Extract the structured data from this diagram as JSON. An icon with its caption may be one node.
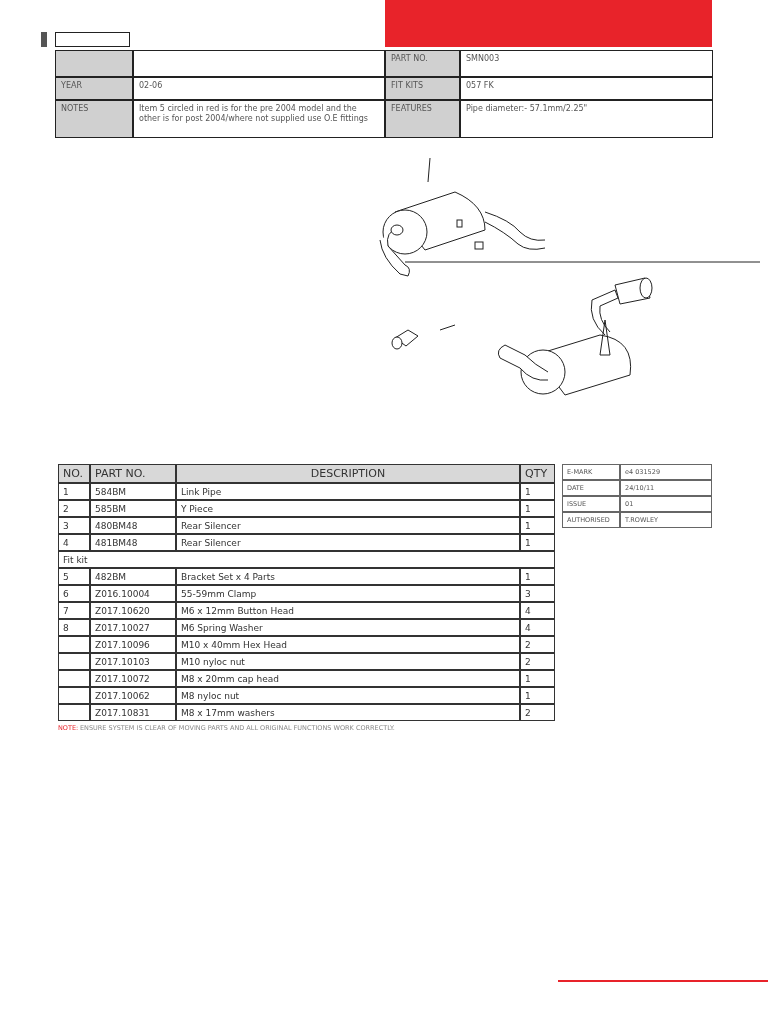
{
  "diagram": {
    "labels": [
      "PART NO.",
      "SMN003",
      "YEAR",
      "02-06",
      "FIT KITS",
      "057 FK",
      "NOTES",
      "Item 5 circled in red is for the pre 2004 model and the other is for post 2004/where not supplied use O.E fittings",
      "FEATURES",
      "Pipe diameter:- 57.1mm/2.25\"",
      "NO.",
      "PART NO.",
      "DESCRIPTION",
      "QTY",
      "1",
      "584BM",
      "Link Pipe",
      "1",
      "2",
      "585BM",
      "Y Piece",
      "1",
      "3",
      "480BM48",
      "Rear Silencer",
      "1",
      "4",
      "481BM48",
      "Rear Silencer",
      "1",
      "Fit kit",
      "5",
      "482BM",
      "Bracket Set x 4 Parts",
      "1",
      "6",
      "Z016.10004",
      "55-59mm Clamp",
      "3",
      "7",
      "Z017.10620",
      "M6 x 12mm Button Head",
      "4",
      "8",
      "Z017.10027",
      "M6 Spring Washer",
      "4",
      "Z017.10096",
      "M10 x 40mm Hex Head",
      "2",
      "Z017.10103",
      "M10 nyloc nut",
      "2",
      "Z017.10072",
      "M8 x 20mm cap head",
      "1",
      "Z017.10062",
      "M8 nyloc nut",
      "1",
      "Z017.10831",
      "M8 x 17mm washers",
      "2",
      "E-MARK",
      "e4 031529",
      "DATE",
      "24/10/11",
      "ISSUE",
      "01",
      "AUTHORISED",
      "T.ROWLEY",
      "NOTE:",
      "ENSURE SYSTEM IS CLEAR OF MOVING PARTS AND ALL ORIGINAL FUNCTIONS WORK CORRECTLY."
    ]
  }
}
